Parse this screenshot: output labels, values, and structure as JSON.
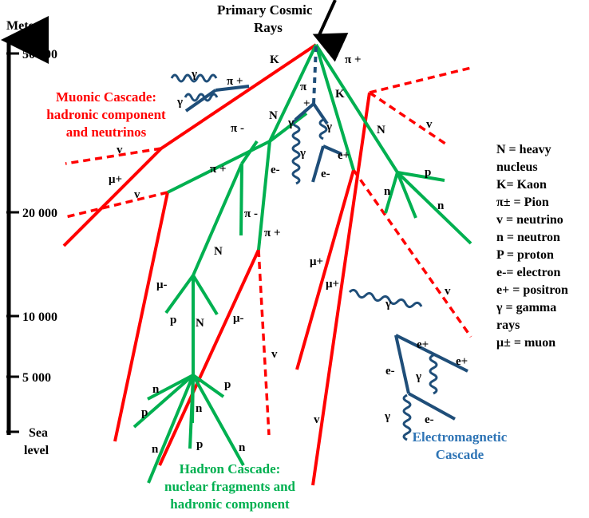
{
  "title": {
    "line1": "Primary Cosmic",
    "line2": "Rays"
  },
  "axis": {
    "unit": "Meters",
    "ticks": [
      "50 000",
      "20 000",
      "10 000",
      "5 000"
    ],
    "sea_level": {
      "line1": "Sea",
      "line2": "level"
    }
  },
  "captions": {
    "muonic": [
      "Muonic Cascade:",
      "hadronic component",
      "and neutrinos"
    ],
    "hadron": [
      "Hadron Cascade:",
      "nuclear fragments and",
      "hadronic component"
    ],
    "em": [
      "Electromagnetic",
      "Cascade"
    ]
  },
  "legend": [
    "N = heavy",
    "nucleus",
    "K=  Kaon",
    "π± = Pion",
    "v = neutrino",
    "n = neutron",
    "P = proton",
    "e-=  electron",
    "e+ = positron",
    "γ = gamma",
    "rays",
    "μ± = muon"
  ],
  "particles": {
    "K_left": "K",
    "pi_plus_top": "π +",
    "pi_top": "π",
    "plus_top": "+",
    "K_mid": "K",
    "gamma_a": "γ",
    "gamma_b": "γ",
    "pi_plus_a": "π +",
    "v_right": "v",
    "pi_minus_a": "π -",
    "N_a": "N",
    "gamma_c": "γ",
    "gamma_d": "γ",
    "gamma_e": "γ",
    "N_b": "N",
    "e_plus_a": "e+",
    "v_a": "v",
    "e_minus_a": "e-",
    "e_minus_b": "e-",
    "mu_plus_a": "μ+",
    "pi_plus_b": "π +",
    "p_a": "p",
    "v_b": "v",
    "n_a": "n",
    "pi_minus_b": "π -",
    "n_b": "n",
    "pi_plus_c": "π +",
    "N_c": "N",
    "mu_plus_b": "μ+",
    "mu_minus_a": "μ-",
    "mu_plus_c": "μ+",
    "v_c": "v",
    "gamma_f": "γ",
    "p_b": "p",
    "N_d": "N",
    "mu_minus_b": "μ-",
    "e_plus_b": "e+",
    "v_d": "v",
    "e_plus_c": "e+",
    "gamma_g": "γ",
    "e_minus_c": "e-",
    "n_c": "n",
    "p_c": "p",
    "p_d": "p",
    "n_d": "n",
    "v_e": "v",
    "gamma_h": "γ",
    "e_minus_d": "e-",
    "n_e": "n",
    "p_e": "p",
    "n_f": "n"
  },
  "colors": {
    "muon": "#ff0000",
    "hadron": "#00b050",
    "em_tracks": "#1f4e79",
    "em_caption": "#2e74b5"
  }
}
